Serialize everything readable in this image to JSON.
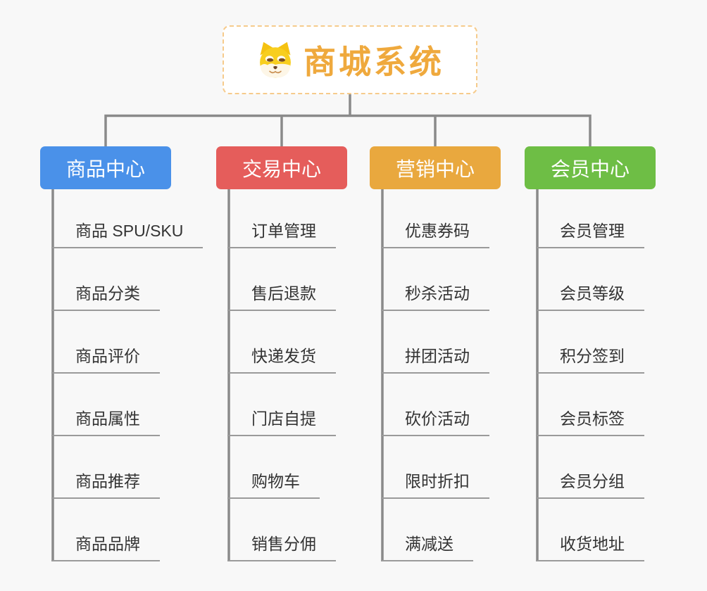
{
  "root": {
    "title": "商城系统",
    "icon": "doge-icon"
  },
  "branches": [
    {
      "id": "product-center",
      "label": "商品中心",
      "color": "#4A91E9",
      "items": [
        "商品 SPU/SKU",
        "商品分类",
        "商品评价",
        "商品属性",
        "商品推荐",
        "商品品牌"
      ]
    },
    {
      "id": "trade-center",
      "label": "交易中心",
      "color": "#E55D5B",
      "items": [
        "订单管理",
        "售后退款",
        "快递发货",
        "门店自提",
        "购物车",
        "销售分佣"
      ]
    },
    {
      "id": "marketing-center",
      "label": "营销中心",
      "color": "#E9A83E",
      "items": [
        "优惠券码",
        "秒杀活动",
        "拼团活动",
        "砍价活动",
        "限时折扣",
        "满减送"
      ]
    },
    {
      "id": "member-center",
      "label": "会员中心",
      "color": "#6EBE45",
      "items": [
        "会员管理",
        "会员等级",
        "积分签到",
        "会员标签",
        "会员分组",
        "收货地址"
      ]
    }
  ],
  "colors": {
    "background": "#F8F8F8",
    "connector_line": "#8A8A8A",
    "topic_underline": "#9A9A9A",
    "topic_text": "#333333",
    "root_text": "#EFA93D",
    "root_border": "#F6CB8C",
    "root_background": "#FFFFFF",
    "branch_text": "#FFFFFF"
  }
}
